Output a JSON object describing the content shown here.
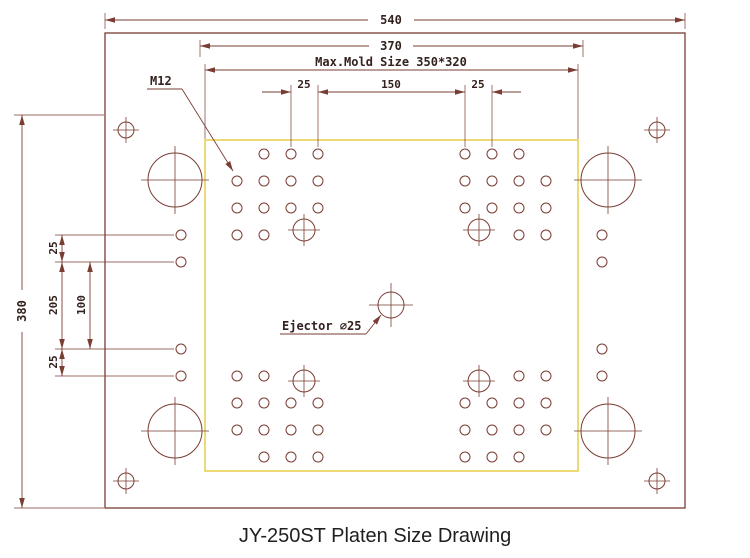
{
  "title": "JY-250ST Platen Size Drawing",
  "labels": {
    "bolt_spec": "M12",
    "ejector": "Ejector ∅25"
  },
  "dims": {
    "top_width": "540",
    "inner_width": "370",
    "mold_size": "Max.Mold Size 350*320",
    "top_pitch_left": "25",
    "top_pitch_center": "150",
    "top_pitch_right": "25",
    "side_height": "380",
    "side_pitch_top": "25",
    "side_span": "205",
    "side_center_offset": "100",
    "side_pitch_bottom": "25"
  },
  "colors": {
    "drawing_line": "#7a3d33",
    "mold_area_outline": "#e2c52d",
    "dimension_text": "#33211d",
    "title_text": "#1f1f1f",
    "background": "#ffffff"
  }
}
